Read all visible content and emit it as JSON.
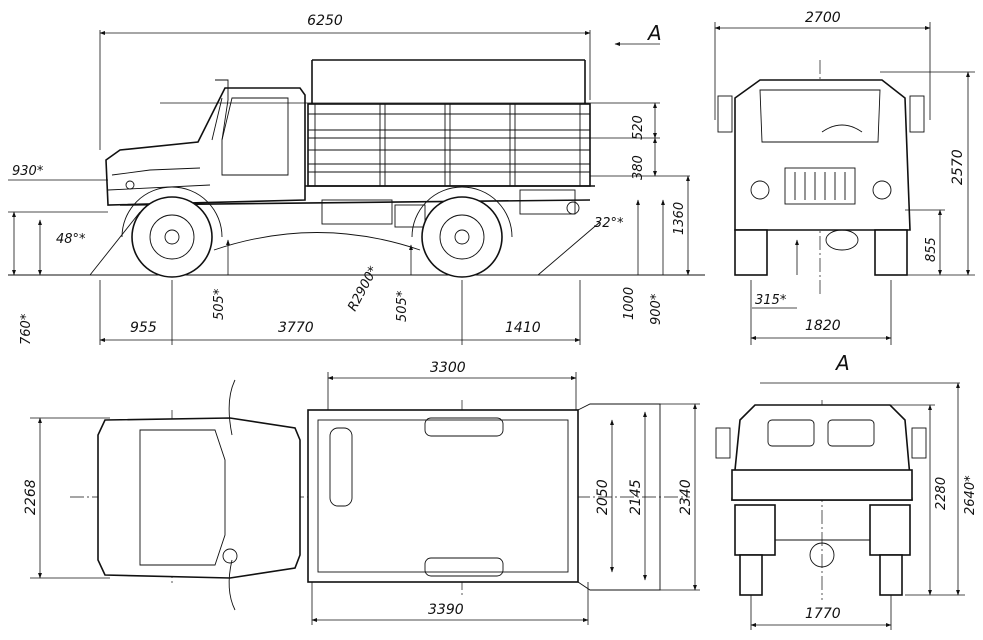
{
  "dimensions": {
    "overall_length": "6250",
    "view_marker_top": "A",
    "front_width": "2700",
    "platform_side_height": "520",
    "platform_floor_to_top": "380",
    "platform_height": "1360",
    "overall_height": "2570",
    "front_overhang_height": "930*",
    "approach_angle": "48°*",
    "departure_angle": "32°*",
    "ramp_radius": "R2900*",
    "clearance_front": "505*",
    "clearance_rear": "505*",
    "front_axle_height": "760*",
    "front_overhang": "955",
    "wheelbase": "3770",
    "rear_overhang": "1410",
    "frame_height": "1000",
    "rear_height": "900*",
    "front_track_clearance": "855",
    "front_ground_clearance": "315*",
    "front_track": "1820",
    "platform_length_top": "3300",
    "view_marker_rear": "A",
    "cab_width": "2268",
    "platform_inner_width": "2050",
    "platform_width": "2145",
    "overall_width": "2340",
    "platform_length_bottom": "3390",
    "rear_height_a": "2280",
    "rear_height_b": "2640*",
    "rear_track": "1770"
  }
}
